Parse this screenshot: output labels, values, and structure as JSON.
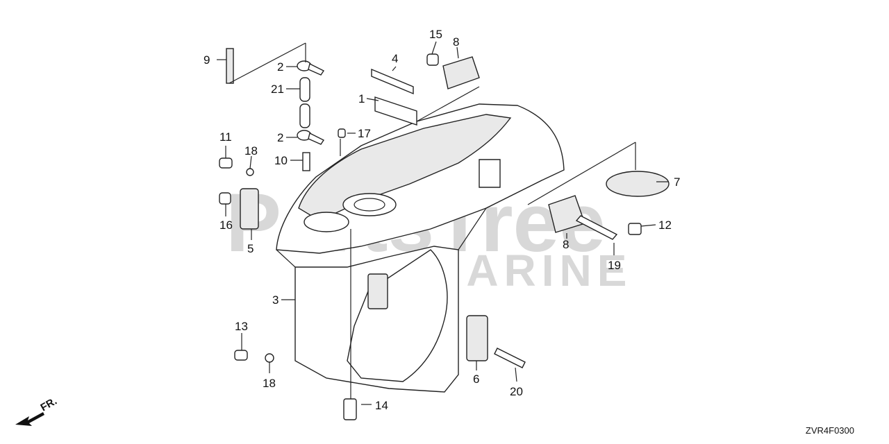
{
  "diagram": {
    "code": "ZVR4F0300",
    "front_marker": "FR.",
    "watermark_top": "PartsTree",
    "watermark_bottom": "MARINE",
    "callouts": {
      "c1": "1",
      "c2a": "2",
      "c2b": "2",
      "c3": "3",
      "c4": "4",
      "c5": "5",
      "c6": "6",
      "c7": "7",
      "c8a": "8",
      "c8b": "8",
      "c9": "9",
      "c10": "10",
      "c11": "11",
      "c12": "12",
      "c13": "13",
      "c14": "14",
      "c15": "15",
      "c16": "16",
      "c17": "17",
      "c18a": "18",
      "c18b": "18",
      "c19": "19",
      "c20": "20",
      "c21": "21"
    }
  }
}
